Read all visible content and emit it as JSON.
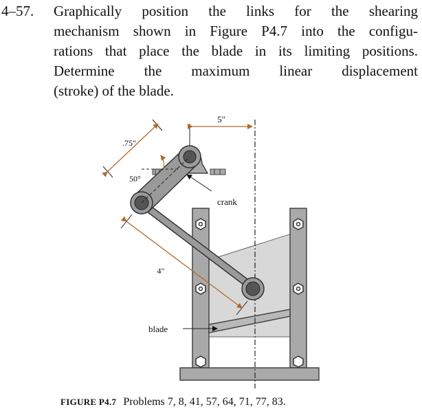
{
  "problem": {
    "number": "4–57.",
    "lines": [
      "Graphically position the links for the shearing",
      "mechanism shown in Figure P4.7 into the configu-",
      "rations that place the blade in its limiting positions.",
      "Determine the maximum linear displacement",
      "(stroke) of the blade."
    ]
  },
  "figure": {
    "dimension_offset": "5\"",
    "dimension_crank_length": ".75\"",
    "dimension_angle": "50°",
    "dimension_link_length": "4\"",
    "label_crank": "crank",
    "label_blade": "blade",
    "colors": {
      "link_fill": "#9a9a9a",
      "frame_fill": "#a9a9a9",
      "pin_fill": "#555555",
      "accent_dimension": "#b26a2a",
      "plate_fill": "#d8d8d8"
    }
  },
  "caption": {
    "label": "FIGURE P4.7",
    "text": "Problems 7, 8, 41, 57, 64, 71, 77, 83."
  }
}
